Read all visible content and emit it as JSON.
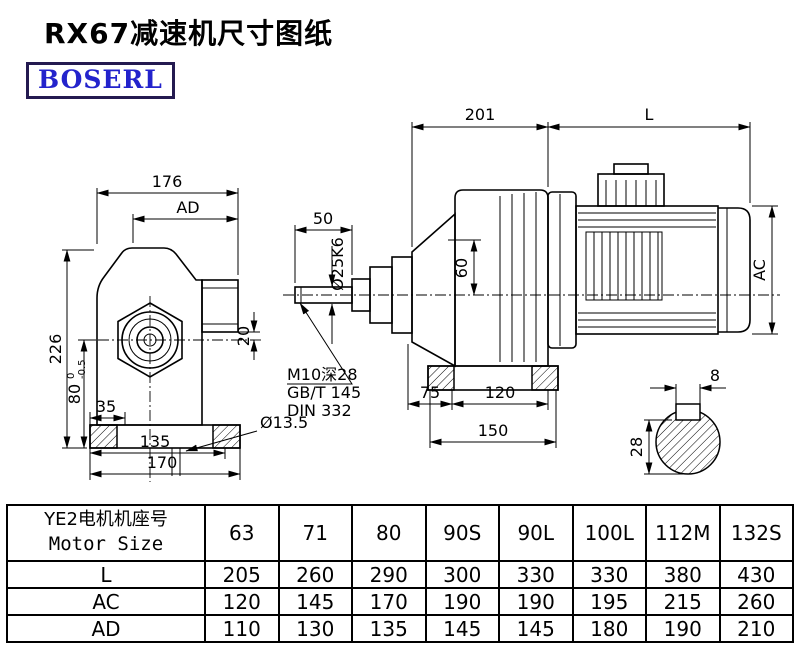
{
  "title": "RX67减速机尺寸图纸",
  "logo": "BOSERL",
  "views": {
    "front": {
      "dim_176": "176",
      "dim_ad": "AD",
      "dim_226": "226",
      "dim_80": "80",
      "dim_80_tol_upper": "0",
      "dim_80_tol_lower": "-0.5",
      "dim_35": "35",
      "dim_135": "135",
      "dim_170": "170",
      "dim_20": "20",
      "dim_hole": "Ø13.5"
    },
    "side": {
      "dim_201": "201",
      "dim_L": "L",
      "dim_50": "50",
      "dim_shaft": "Ø25K6",
      "dim_60": "60",
      "dim_ac": "AC",
      "note_line1": "M10深28",
      "note_line2": "GB/T 145",
      "note_line3": "DIN 332",
      "dim_75": "75",
      "dim_120": "120",
      "dim_150": "150"
    },
    "shaft_section": {
      "dim_8": "8",
      "dim_28": "28"
    }
  },
  "table": {
    "header": {
      "label_cn": "YE2电机机座号",
      "label_en": "Motor Size"
    },
    "columns": [
      "63",
      "71",
      "80",
      "90S",
      "90L",
      "100L",
      "112M",
      "132S"
    ],
    "rows": [
      {
        "label": "L",
        "values": [
          "205",
          "260",
          "290",
          "300",
          "330",
          "330",
          "380",
          "430"
        ]
      },
      {
        "label": "AC",
        "values": [
          "120",
          "145",
          "170",
          "190",
          "190",
          "195",
          "215",
          "260"
        ]
      },
      {
        "label": "AD",
        "values": [
          "110",
          "130",
          "135",
          "145",
          "145",
          "180",
          "190",
          "210"
        ]
      }
    ]
  }
}
